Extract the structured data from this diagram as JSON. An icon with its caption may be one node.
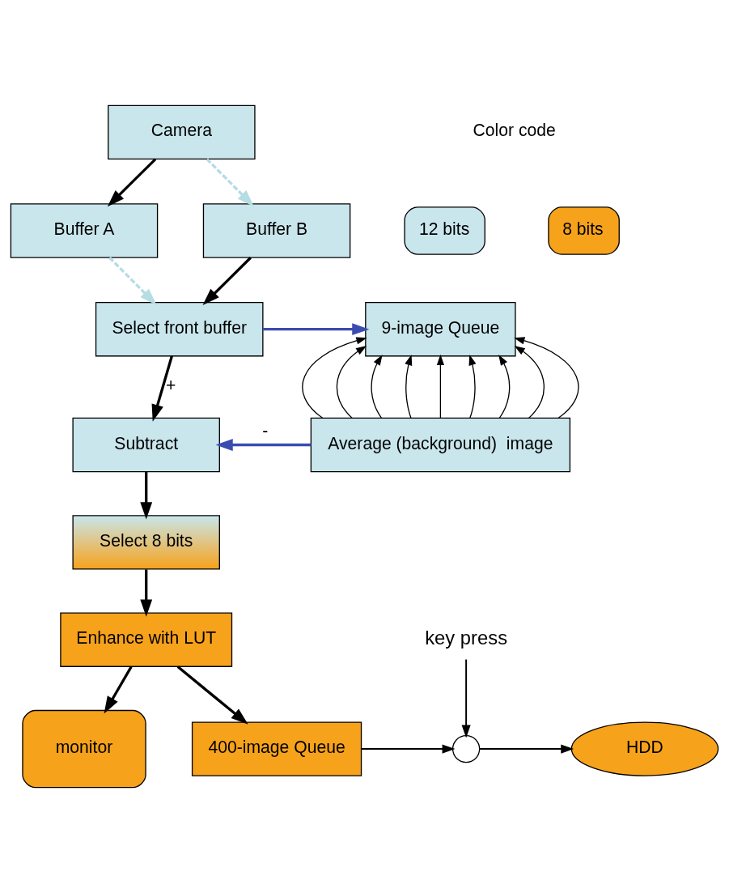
{
  "diagram": {
    "nodes": [
      {
        "text": [
          "Camera"
        ]
      },
      {
        "text": [
          "Buffer A"
        ]
      },
      {
        "text": [
          "Buffer B"
        ]
      },
      {
        "text": [
          "Select front buffer"
        ]
      },
      {
        "text": [
          "9-image Queue"
        ]
      },
      {
        "text": [
          "Average (background)  image"
        ]
      },
      {
        "text": [
          "Subtract"
        ]
      },
      {
        "text": [
          "Select 8 bits"
        ]
      },
      {
        "text": [
          "Enhance with LUT"
        ]
      },
      {
        "text": [
          "monitor"
        ]
      },
      {
        "text": [
          "400-image Queue"
        ]
      },
      {
        "text": [
          "key press"
        ]
      },
      {
        "text": [],
        "shape": "circle"
      },
      {
        "text": [
          "HDD"
        ]
      }
    ],
    "edges": [
      {
        "from": 0,
        "to": 1,
        "arrow": "to"
      },
      {
        "from": 0,
        "to": 2,
        "arrow": "to",
        "style": "dashed",
        "color": "#b5dde3"
      },
      {
        "from": 1,
        "to": 3,
        "arrow": "to",
        "style": "dashed",
        "color": "#b5dde3"
      },
      {
        "from": 2,
        "to": 3,
        "arrow": "to"
      },
      {
        "from": 3,
        "to": 4,
        "arrow": "to",
        "color": "#3b4cb0"
      },
      {
        "from": 5,
        "to": 4,
        "arrow": "to"
      },
      {
        "from": 5,
        "to": 4,
        "arrow": "to"
      },
      {
        "from": 5,
        "to": 4,
        "arrow": "to"
      },
      {
        "from": 5,
        "to": 4,
        "arrow": "to"
      },
      {
        "from": 5,
        "to": 4,
        "arrow": "to"
      },
      {
        "from": 5,
        "to": 4,
        "arrow": "to"
      },
      {
        "from": 5,
        "to": 4,
        "arrow": "to"
      },
      {
        "from": 5,
        "to": 4,
        "arrow": "to"
      },
      {
        "from": 5,
        "to": 4,
        "arrow": "to"
      },
      {
        "from": 3,
        "to": 6,
        "arrow": "to",
        "label": "+"
      },
      {
        "from": 5,
        "to": 6,
        "arrow": "to",
        "label": "-",
        "color": "#3b4cb0"
      },
      {
        "from": 6,
        "to": 7,
        "arrow": "to"
      },
      {
        "from": 7,
        "to": 8,
        "arrow": "to"
      },
      {
        "from": 8,
        "to": 9,
        "arrow": "to"
      },
      {
        "from": 8,
        "to": 10,
        "arrow": "to"
      },
      {
        "from": 10,
        "to": 12,
        "arrow": "to"
      },
      {
        "from": 11,
        "to": 12,
        "arrow": "to"
      },
      {
        "from": 12,
        "to": 13,
        "arrow": "to"
      }
    ],
    "labels": [
      "Color code"
    ],
    "legend": [
      {
        "text": "12 bits",
        "color": "#c9e6ec"
      },
      {
        "text": "8 bits",
        "color": "#f7a21b"
      }
    ]
  }
}
